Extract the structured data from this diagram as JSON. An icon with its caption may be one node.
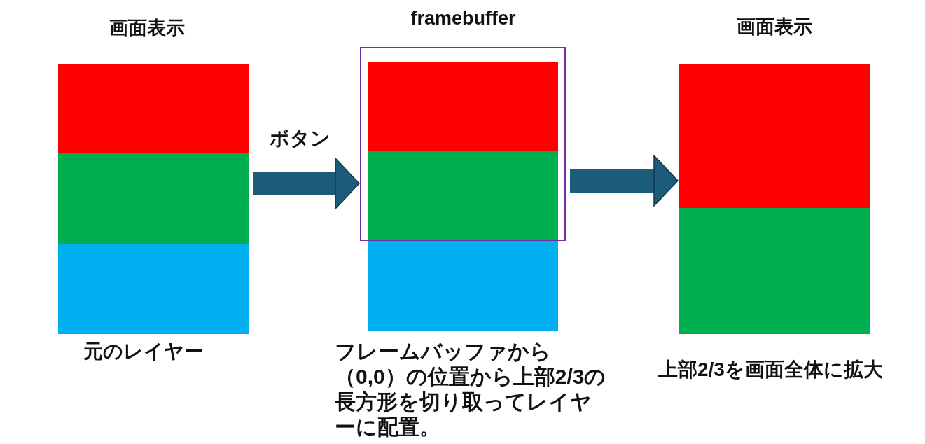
{
  "diagram": {
    "nodes": [
      {
        "text": [
          "画面表示"
        ],
        "beside": [
          "元のレイヤー"
        ]
      },
      {
        "text": [],
        "shape": "box",
        "in": 0
      },
      {
        "text": [],
        "shape": "box",
        "in": 0
      },
      {
        "text": [],
        "shape": "box",
        "in": 0
      },
      {
        "text": [
          "framebuffer"
        ],
        "beside": [
          "フレームバッファから（0,0）の位置から上部2/3の長方形を切り取ってレイヤーに配置。"
        ]
      },
      {
        "text": [],
        "shape": "box",
        "in": 4
      },
      {
        "text": [],
        "shape": "box",
        "in": 5
      },
      {
        "text": [],
        "shape": "box",
        "in": 5
      },
      {
        "text": [],
        "shape": "box",
        "in": 4
      },
      {
        "text": [
          "画面表示"
        ],
        "beside": [
          "上部2/3を画面全体に拡大"
        ]
      },
      {
        "text": [],
        "shape": "box",
        "in": 9
      },
      {
        "text": [],
        "shape": "box",
        "in": 9
      }
    ],
    "edges": [
      {
        "from": 0,
        "to": 5,
        "arrow": "to",
        "label": "ボタン"
      },
      {
        "from": 5,
        "to": 9,
        "arrow": "to"
      }
    ]
  }
}
